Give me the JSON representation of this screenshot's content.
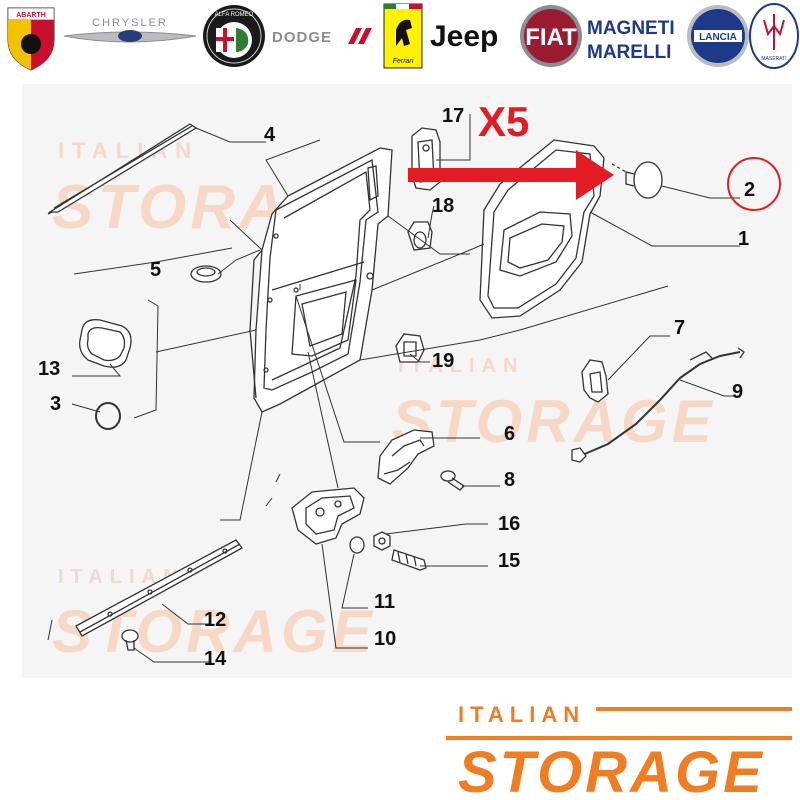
{
  "brands": {
    "abarth": "ABARTH",
    "chrysler": "CHRYSLER",
    "alfa_romeo": "ALFA ROMEO",
    "dodge": "DODGE",
    "ferrari": "Ferrari",
    "jeep": "Jeep",
    "fiat": "FIAT",
    "magneti_line1": "MAGNETI",
    "magneti_line2": "MARELLI",
    "lancia": "LANCIA",
    "maserati": "MASERATI"
  },
  "watermark": {
    "line1": "ITALIAN",
    "line2": "STORAGE"
  },
  "quantity_tag": "X5",
  "callouts": {
    "c1": "1",
    "c2": "2",
    "c3": "3",
    "c4": "4",
    "c5": "5",
    "c6": "6",
    "c7": "7",
    "c8": "8",
    "c9": "9",
    "c10": "10",
    "c11": "11",
    "c12": "12",
    "c13": "13",
    "c14": "14",
    "c15": "15",
    "c16": "16",
    "c17": "17",
    "c18": "18",
    "c19": "19"
  },
  "footer_logo": {
    "line1": "ITALIAN",
    "line2": "STORAGE"
  },
  "colors": {
    "brand_orange": "#f07d22",
    "arrow_red": "#e31b23",
    "watermark": "#f6d8c4",
    "line": "#222222"
  }
}
